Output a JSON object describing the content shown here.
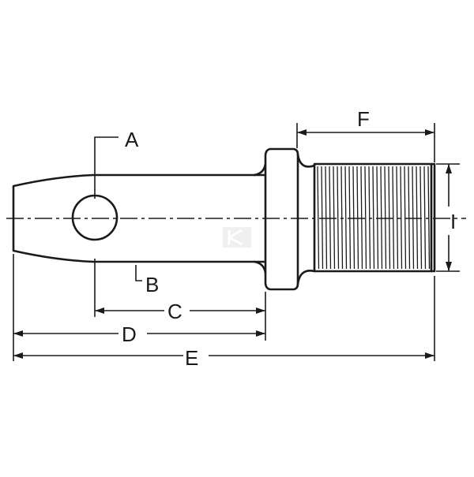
{
  "labels": {
    "a": "A",
    "b": "B",
    "c": "C",
    "d": "D",
    "e": "E",
    "f": "F",
    "i": "I"
  },
  "colors": {
    "ink": "#1a1a1a",
    "background": "#ffffff",
    "watermark": "#d9d9d9"
  }
}
